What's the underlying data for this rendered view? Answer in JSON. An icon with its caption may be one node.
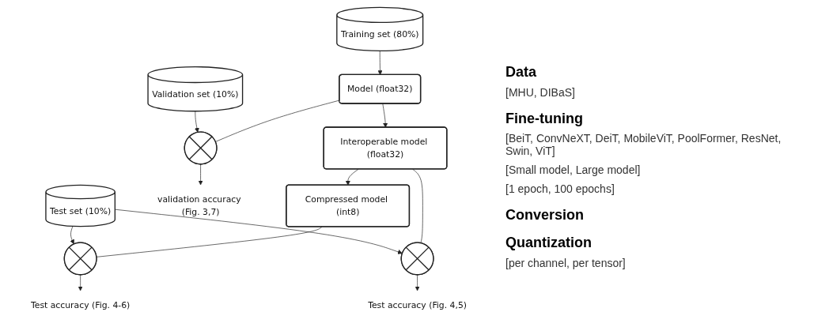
{
  "diagram": {
    "nodes": [
      {
        "text": [
          "Test set (10%)"
        ]
      },
      {
        "text": [
          "Validation set (10%)"
        ]
      },
      {
        "text": [
          "Training set (80%)"
        ]
      },
      {
        "text": [
          "validation accuracy (Fig. 3,7)"
        ]
      },
      {
        "text": [],
        "shape": "circle"
      },
      {
        "text": [
          "Model (float32)"
        ]
      },
      {
        "text": [
          "Test accuracy (Fig. 4,5)"
        ]
      },
      {
        "text": [],
        "shape": "circle"
      },
      {
        "text": [
          "Interoperable model (float32)"
        ]
      },
      {
        "text": [
          "Test accuracy (Fig. 4-6)"
        ]
      },
      {
        "text": [],
        "shape": "circle"
      },
      {
        "text": [
          "Compressed model (int8)"
        ]
      }
    ],
    "edges": [
      {
        "from": 2,
        "to": 5,
        "arrow": "to"
      },
      {
        "from": 5,
        "to": 8,
        "arrow": "to"
      },
      {
        "from": 8,
        "to": 11,
        "arrow": "to"
      },
      {
        "from": 1,
        "to": 4,
        "arrow": "to"
      },
      {
        "from": 5,
        "to": 4,
        "arrow": "none"
      },
      {
        "from": 4,
        "to": 3,
        "arrow": "to"
      },
      {
        "from": 0,
        "to": 7,
        "arrow": "to"
      },
      {
        "from": 8,
        "to": 7,
        "arrow": "none"
      },
      {
        "from": 7,
        "to": 6,
        "arrow": "to"
      },
      {
        "from": 0,
        "to": 10,
        "arrow": "to"
      },
      {
        "from": 11,
        "to": 10,
        "arrow": "none"
      },
      {
        "from": 10,
        "to": 9,
        "arrow": "to"
      }
    ],
    "labels": [
      "Data",
      "[MHU, DIBaS]",
      "Fine-tuning",
      "[BeiT, ConvNeXT, DeiT, MobileViT, PoolFormer, ResNet, Swin, ViT]",
      "[Small model, Large model]",
      "[1 epoch, 100 epochs]",
      "Conversion",
      "Quantization",
      "[per channel, per tensor]"
    ]
  }
}
